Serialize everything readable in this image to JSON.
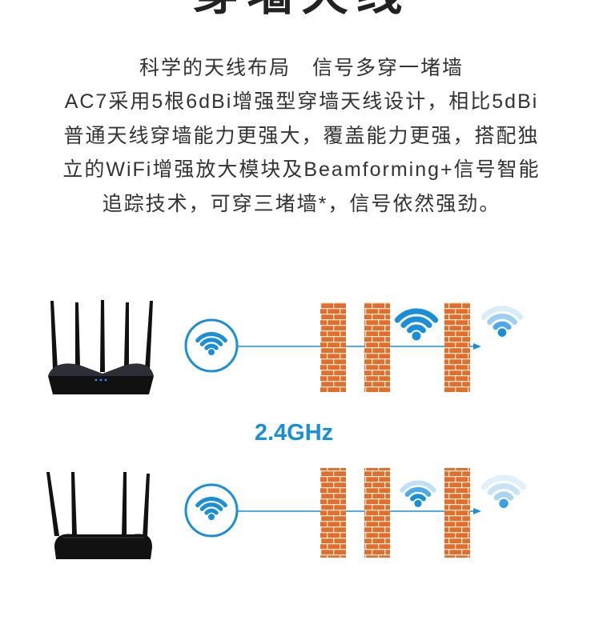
{
  "header": {
    "title": "穿墙天线"
  },
  "intro": {
    "lines": [
      "科学的天线布局　信号多穿一堵墙",
      "AC7采用5根6dBi增强型穿墙天线设计，相比5dBi",
      "普通天线穿墙能力更强大，覆盖能力更强，搭配独",
      "立的WiFi增强放大模块及Beamforming+信号智能",
      "追踪技术，可穿三堵墙*，信号依然强劲。"
    ]
  },
  "comparison": {
    "band_label": "2.4GHz",
    "icons": {
      "router": "router-icon",
      "signal_badge": "wifi-icon",
      "wall": "brick-wall-icon",
      "arrow": "arrow-icon"
    }
  },
  "colors": {
    "accent": "#1a8fd8",
    "brick": "#e36d2b",
    "mortar": "#fde8d6",
    "text": "#333333",
    "title": "#222222",
    "router": "#111111"
  }
}
